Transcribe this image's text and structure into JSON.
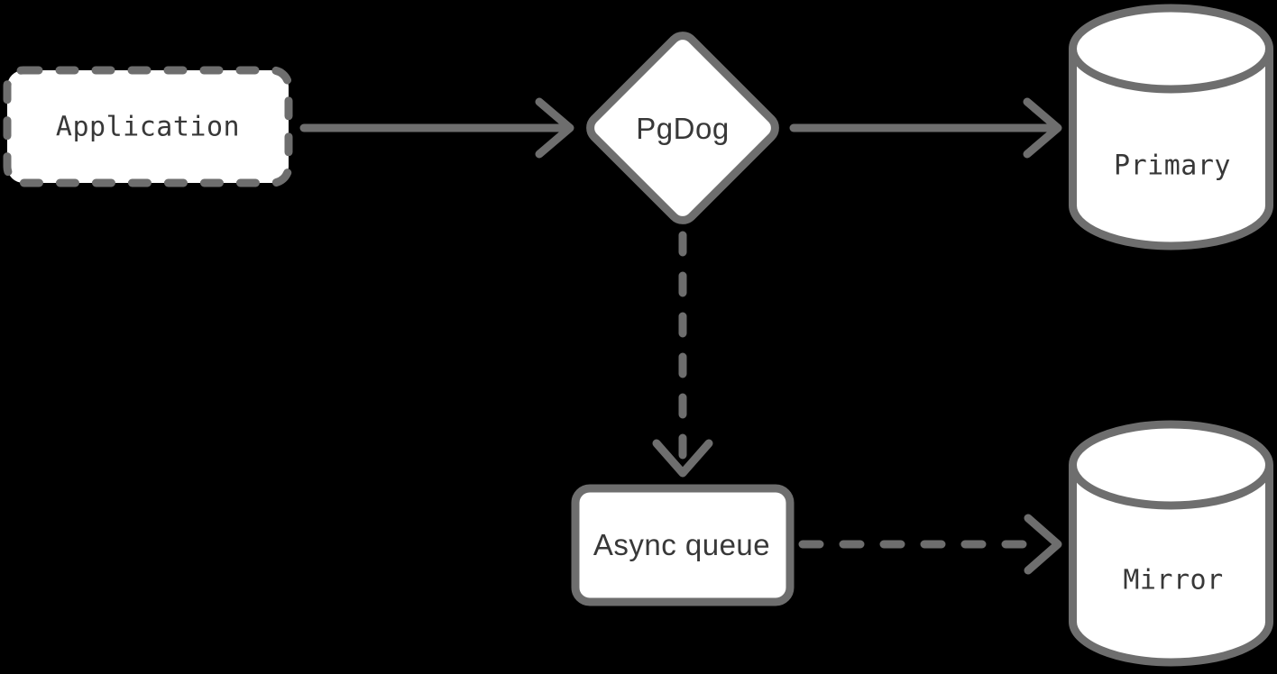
{
  "colors": {
    "background": "#000000",
    "stroke": "#6e6e6e",
    "node_fill": "#ffffff",
    "text": "#383838"
  },
  "nodes": {
    "application": {
      "label": "Application",
      "shape": "rectangle",
      "border": "dashed"
    },
    "pgdog": {
      "label": "PgDog",
      "shape": "diamond",
      "border": "solid"
    },
    "primary": {
      "label": "Primary",
      "shape": "cylinder",
      "border": "solid"
    },
    "async_queue": {
      "label": "Async queue",
      "shape": "rectangle",
      "border": "solid"
    },
    "mirror": {
      "label": "Mirror",
      "shape": "cylinder",
      "border": "solid"
    }
  },
  "edges": [
    {
      "from": "Application",
      "to": "PgDog",
      "style": "solid"
    },
    {
      "from": "PgDog",
      "to": "Primary",
      "style": "solid"
    },
    {
      "from": "PgDog",
      "to": "Async queue",
      "style": "dashed"
    },
    {
      "from": "Async queue",
      "to": "Mirror",
      "style": "dashed"
    }
  ]
}
